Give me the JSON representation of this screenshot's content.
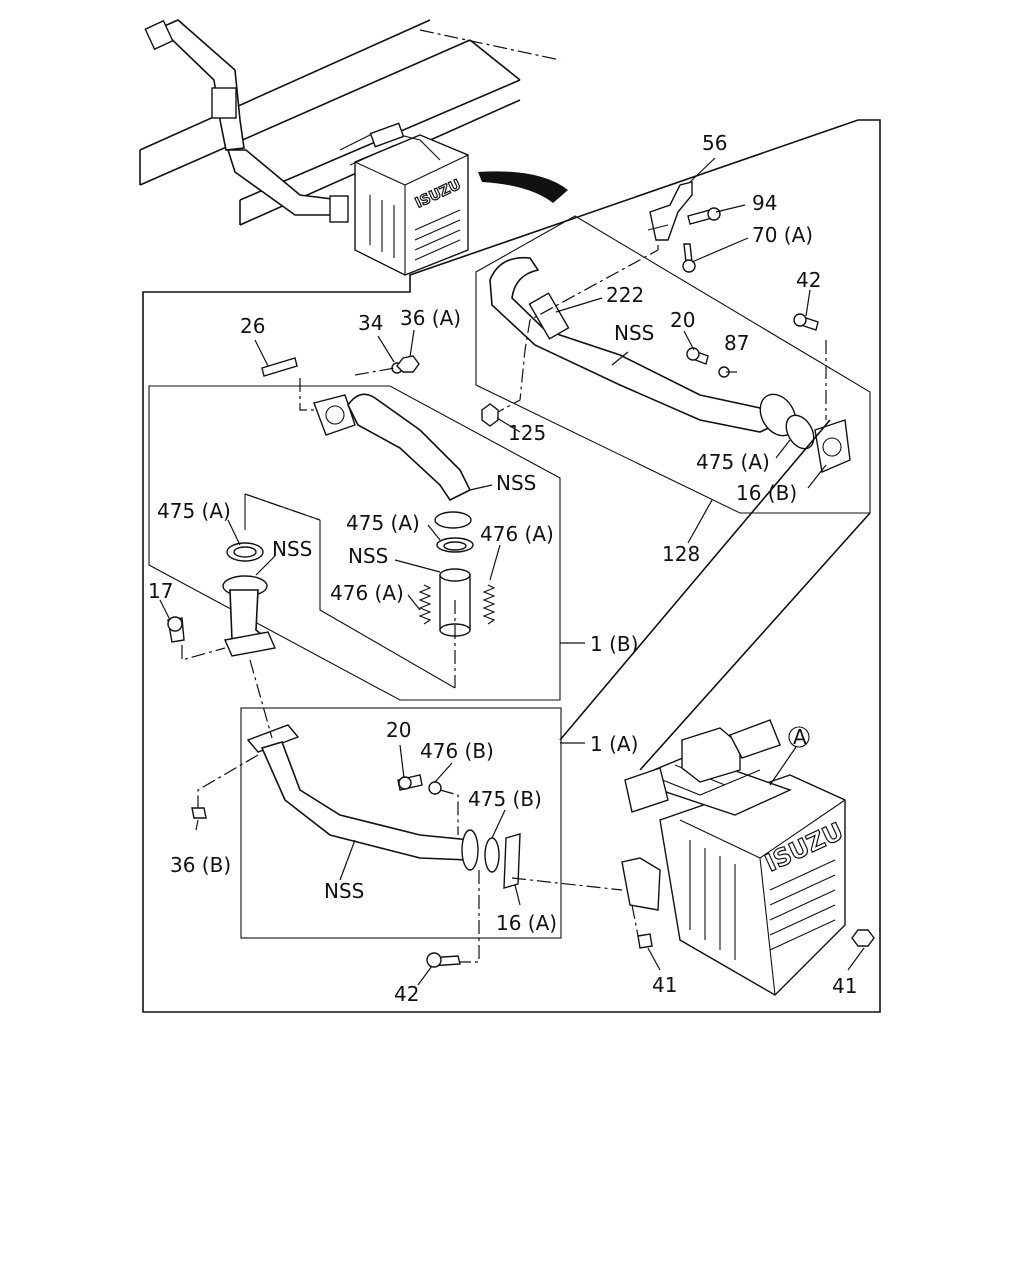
{
  "labels": {
    "p56": "56",
    "p94": "94",
    "p70a": "70 (A)",
    "p42_top": "42",
    "p222": "222",
    "p20_top": "20",
    "p87": "87",
    "nss_top": "NSS",
    "p26": "26",
    "p34": "34",
    "p36a": "36 (A)",
    "p125": "125",
    "p475a_right": "475 (A)",
    "p16b": "16 (B)",
    "p128": "128",
    "nss_elbow": "NSS",
    "p475a_mid": "475 (A)",
    "p476a_right": "476 (A)",
    "nss_mid": "NSS",
    "p476a_left": "476 (A)",
    "p475a_left": "475 (A)",
    "nss_left": "NSS",
    "p17": "17",
    "p1b": "1 (B)",
    "p20_low": "20",
    "p476b": "476 (B)",
    "p1a": "1 (A)",
    "p475b": "475 (B)",
    "p36b": "36 (B)",
    "nss_low": "NSS",
    "p16a": "16 (A)",
    "p42_low": "42",
    "p41_left": "41",
    "p41_right": "41",
    "circle_a": "A"
  },
  "logos": {
    "muffler_big": "ISUZU",
    "muffler_small": "ISUZU"
  }
}
